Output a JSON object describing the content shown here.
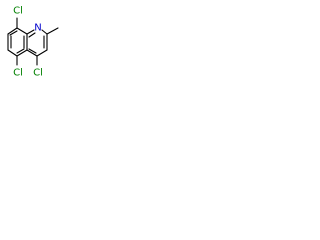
{
  "molecule": {
    "atoms": [
      {
        "id": "cl8",
        "label": "Cl",
        "element": "Cl",
        "color": "#008000"
      },
      {
        "id": "n1",
        "label": "N",
        "element": "N",
        "color": "#0000cc"
      },
      {
        "id": "cl5",
        "label": "Cl",
        "element": "Cl",
        "color": "#008000"
      },
      {
        "id": "cl4",
        "label": "Cl",
        "element": "Cl",
        "color": "#008000"
      }
    ],
    "bond_color": "#000000"
  }
}
